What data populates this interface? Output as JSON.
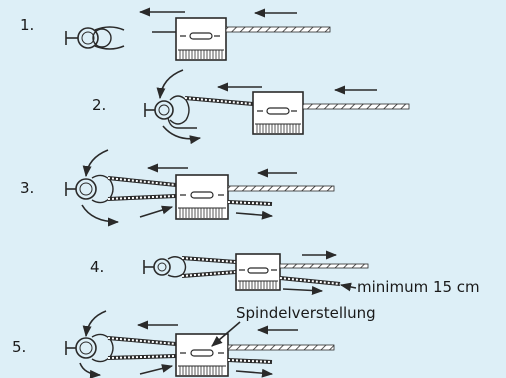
{
  "steps": [
    {
      "label": "1."
    },
    {
      "label": "2."
    },
    {
      "label": "3."
    },
    {
      "label": "4.",
      "note": "minimum 15 cm"
    },
    {
      "label": "5.",
      "note": "Spindelverstellung"
    }
  ],
  "colors": {
    "background": "#ddeff7",
    "line": "#2a2a2a",
    "fill": "#ffffff"
  }
}
